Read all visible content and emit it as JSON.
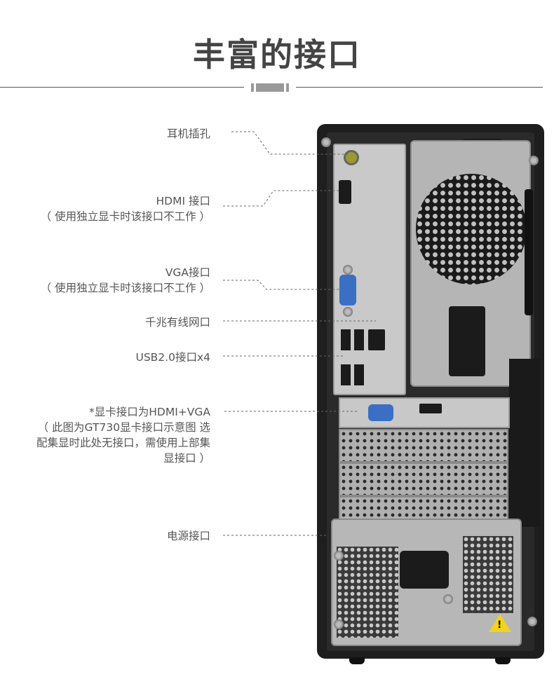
{
  "title": "丰富的接口",
  "labels": {
    "headphone": "耳机插孔",
    "hdmi": "HDMI 接口",
    "hdmi_note": "（ 使用独立显卡时该接口不工作 ）",
    "vga": "VGA接口",
    "vga_note": "（ 使用独立显卡时该接口不工作 ）",
    "lan": "千兆有线网口",
    "usb": "USB2.0接口x4",
    "gpu": "*显卡接口为HDMI+VGA",
    "gpu_note_1": "（ 此图为GT730显卡接口示意图  选",
    "gpu_note_2": "配集显时此处无接口，需使用上部集",
    "gpu_note_3": "显接口 ）",
    "power": "电源接口"
  },
  "colors": {
    "title": "#444444",
    "label": "#555555",
    "leader": "#666666",
    "chassis": "#1e1e1e",
    "panel": "#c9c9c9",
    "vga_blue": "#3a6fc4",
    "warning": "#f2d21b"
  },
  "icons": [
    "headphone-jack-icon",
    "hdmi-port-icon",
    "vga-port-icon",
    "ethernet-port-icon",
    "usb-port-icon",
    "power-socket-icon",
    "warning-icon"
  ]
}
